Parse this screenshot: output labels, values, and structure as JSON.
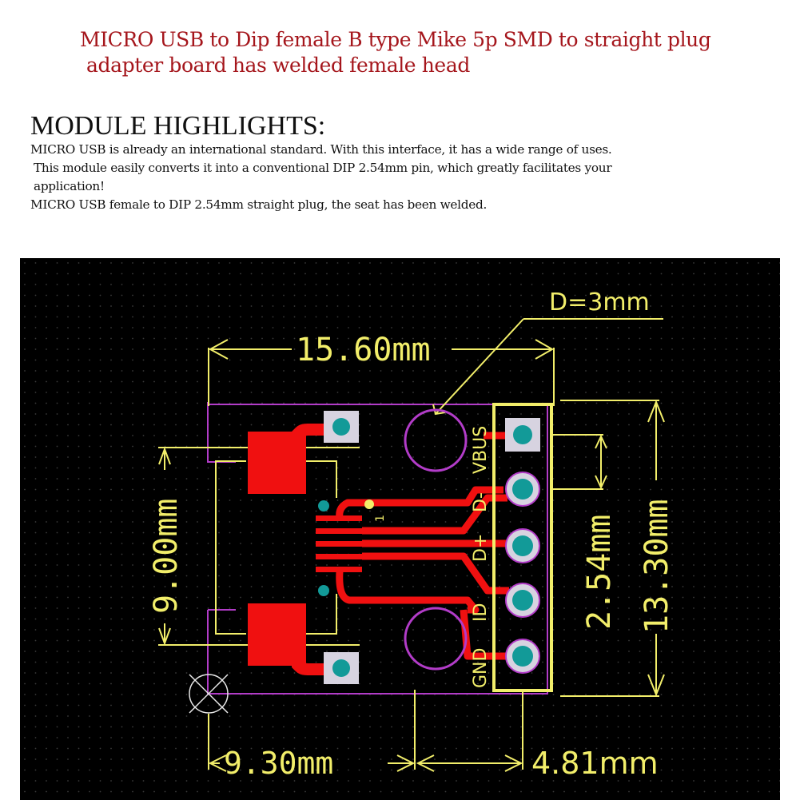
{
  "product": {
    "title_line1": "MICRO USB to Dip female B type Mike 5p SMD to straight plug",
    "title_line2": "adapter board has welded female head",
    "title_color": "#a5161c"
  },
  "highlights": {
    "heading": "MODULE HIGHLIGHTS:",
    "lines": [
      "MICRO USB is already an international standard. With this interface, it has a wide range of uses.",
      "This module easily converts it into a conventional DIP 2.54mm pin, which greatly facilitates your",
      "application!",
      "MICRO USB female to DIP 2.54mm straight plug, the seat has been welded."
    ]
  },
  "pcb_diagram": {
    "background": "#000000",
    "colors": {
      "dimension": "#f2ee6a",
      "copper": "#f01010",
      "outline": "#b23cc8",
      "drill": "#129a98",
      "pad": "#d7d3e0"
    },
    "dimensions": {
      "width_total": "15.60mm",
      "hole_diameter": "D=3mm",
      "connector_height": "9.00mm",
      "pin_pitch": "2.54mm",
      "header_height": "13.30mm",
      "offset_left": "9.30mm",
      "offset_right": "4.81mm"
    },
    "pin_labels": [
      "VBUS",
      "D-",
      "D+",
      "ID",
      "GND"
    ],
    "pin1_marker": "1"
  }
}
